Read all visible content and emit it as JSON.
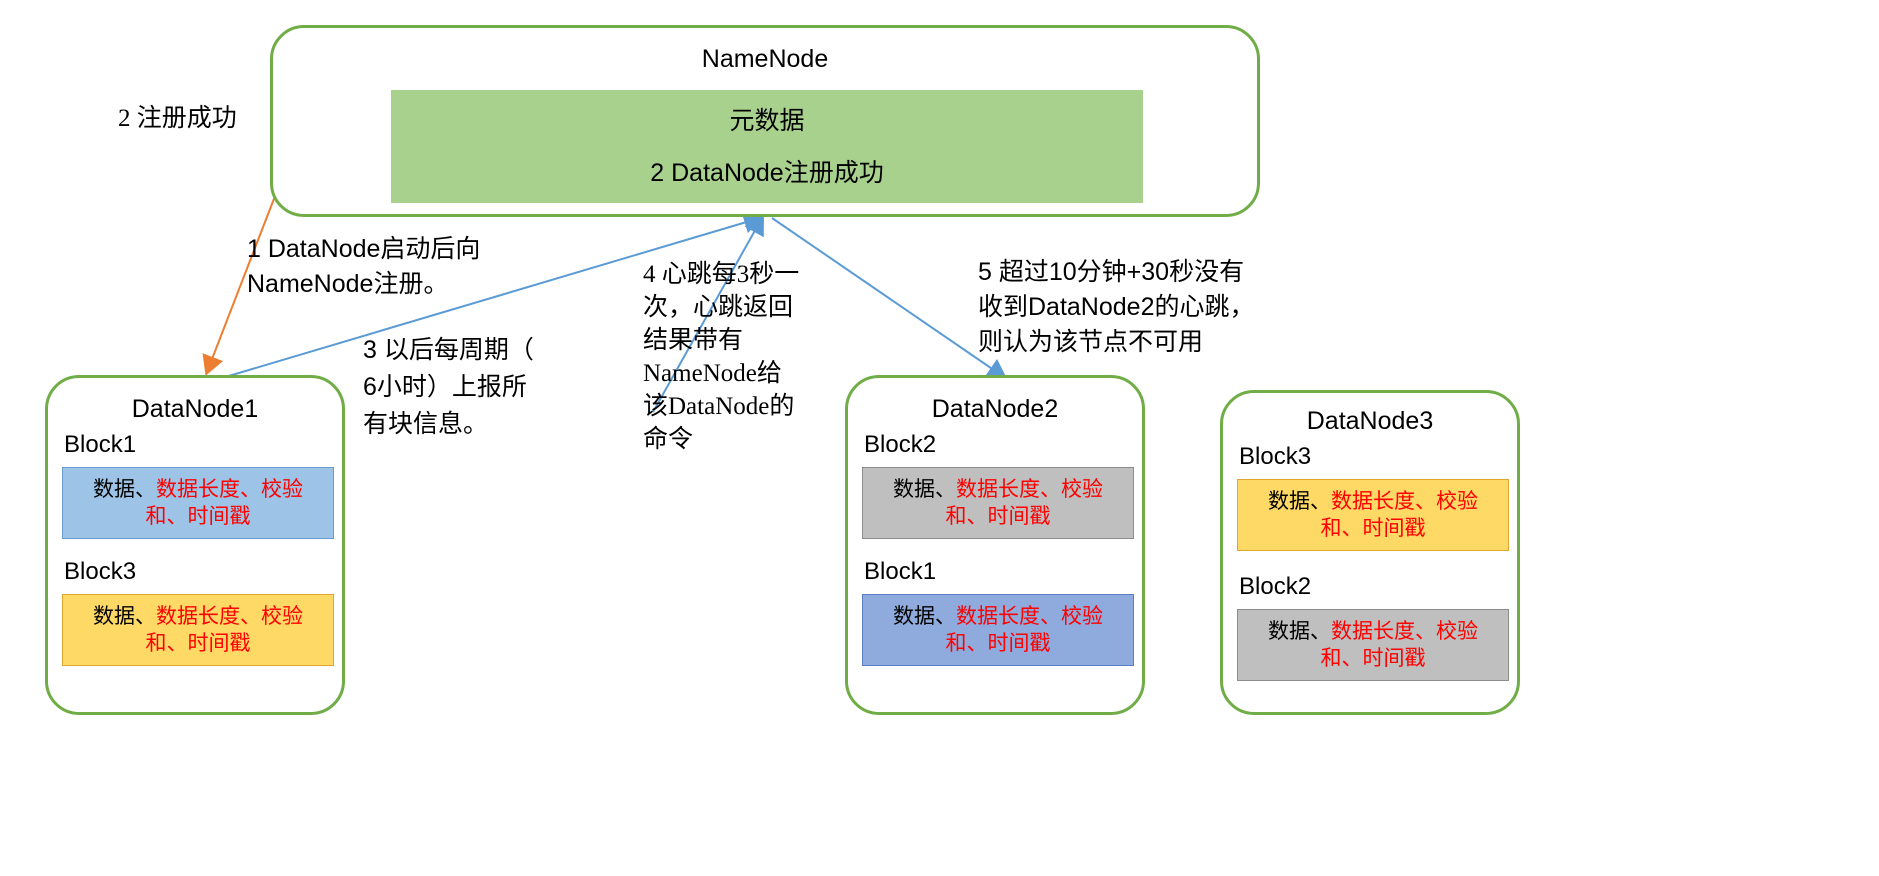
{
  "diagram": {
    "title_hidden": "",
    "colors": {
      "node_border": "#70AD47",
      "metadata_fill": "#A9D18E",
      "arrow_orange": "#ED7D31",
      "arrow_blue": "#5B9BD5",
      "block_blue": "#9DC3E6",
      "block_blue_dark": "#8FAADC",
      "block_orange": "#FFD966",
      "block_gray": "#BFBFBF",
      "highlight_text": "#FF0000"
    }
  },
  "namenode": {
    "title": "NameNode",
    "metadata": {
      "line1": "元数据",
      "line2": "2 DataNode注册成功"
    }
  },
  "annotations": {
    "step2": "2 注册成功",
    "step1": "1 DataNode启动后向\nNameNode注册。",
    "step3": "3 以后每周期（\n6小时）上报所\n有块信息。",
    "step4": "4 心跳每3秒一\n次，心跳返回\n结果带有\nNameNode给\n该DataNode的\n命令",
    "step5": "5 超过10分钟+30秒没有\n收到DataNode2的心跳，\n则认为该节点不可用"
  },
  "datanodes": [
    {
      "title": "DataNode1",
      "blocks": [
        {
          "label": "Block1",
          "style": "strip-blue",
          "text_black": "数据、",
          "text_red": "数据长度、校验和、时间戳"
        },
        {
          "label": "Block3",
          "style": "strip-orange",
          "text_black": "数据、",
          "text_red": "数据长度、校验和、时间戳"
        }
      ]
    },
    {
      "title": "DataNode2",
      "blocks": [
        {
          "label": "Block2",
          "style": "strip-gray",
          "text_black": "数据、",
          "text_red": "数据长度、校验和、时间戳"
        },
        {
          "label": "Block1",
          "style": "strip-blue-dark",
          "text_black": "数据、",
          "text_red": "数据长度、校验和、时间戳"
        }
      ]
    },
    {
      "title": "DataNode3",
      "blocks": [
        {
          "label": "Block3",
          "style": "strip-orange",
          "text_black": "数据、",
          "text_red": "数据长度、校验和、时间戳"
        },
        {
          "label": "Block2",
          "style": "strip-gray",
          "text_black": "数据、",
          "text_red": "数据长度、校验和、时间戳"
        }
      ]
    }
  ]
}
